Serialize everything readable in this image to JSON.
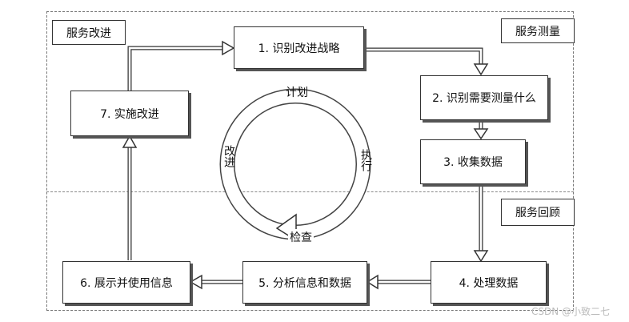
{
  "sections": {
    "improve": "服务改进",
    "measure": "服务测量",
    "review": "服务回顾"
  },
  "steps": {
    "s1": "1. 识别改进战略",
    "s2": "2. 识别需要测量什么",
    "s3": "3. 收集数据",
    "s4": "4. 处理数据",
    "s5": "5. 分析信息和数据",
    "s6": "6. 展示并使用信息",
    "s7": "7. 实施改进"
  },
  "cycle": {
    "plan": "计划",
    "execute": "执行",
    "check": "检查",
    "improve": "改进"
  },
  "watermark": "CSDN @小致二七"
}
